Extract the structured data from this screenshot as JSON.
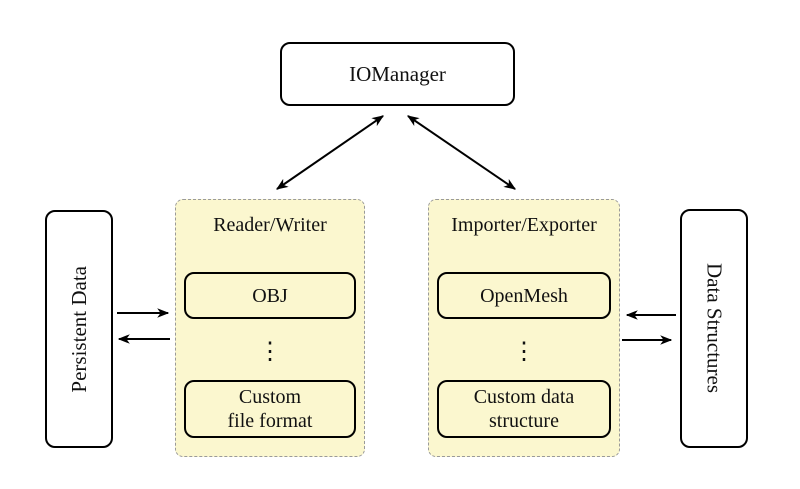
{
  "nodes": {
    "io_manager": {
      "label": "IOManager"
    },
    "persistent_data": {
      "label": "Persistent Data"
    },
    "data_structures": {
      "label": "Data Structures"
    }
  },
  "groups": {
    "reader_writer": {
      "title": "Reader/Writer",
      "items": [
        "OBJ",
        "Custom\nfile format"
      ],
      "ellipsis": "⋮"
    },
    "importer_exporter": {
      "title": "Importer/Exporter",
      "items": [
        "OpenMesh",
        "Custom data\nstructure"
      ],
      "ellipsis": "⋮"
    }
  },
  "connections": {
    "io_manager_reader_writer": "bidirectional",
    "io_manager_importer_exporter": "bidirectional",
    "persistent_data_reader_writer": "two one-way arrows",
    "data_structures_importer_exporter": "two one-way arrows"
  },
  "colors": {
    "background": "#ffffff",
    "group_fill": "#fbf7cf",
    "group_border": "#9a9a9a",
    "node_fill": "#ffffff",
    "node_border": "#000000",
    "arrow": "#000000"
  }
}
